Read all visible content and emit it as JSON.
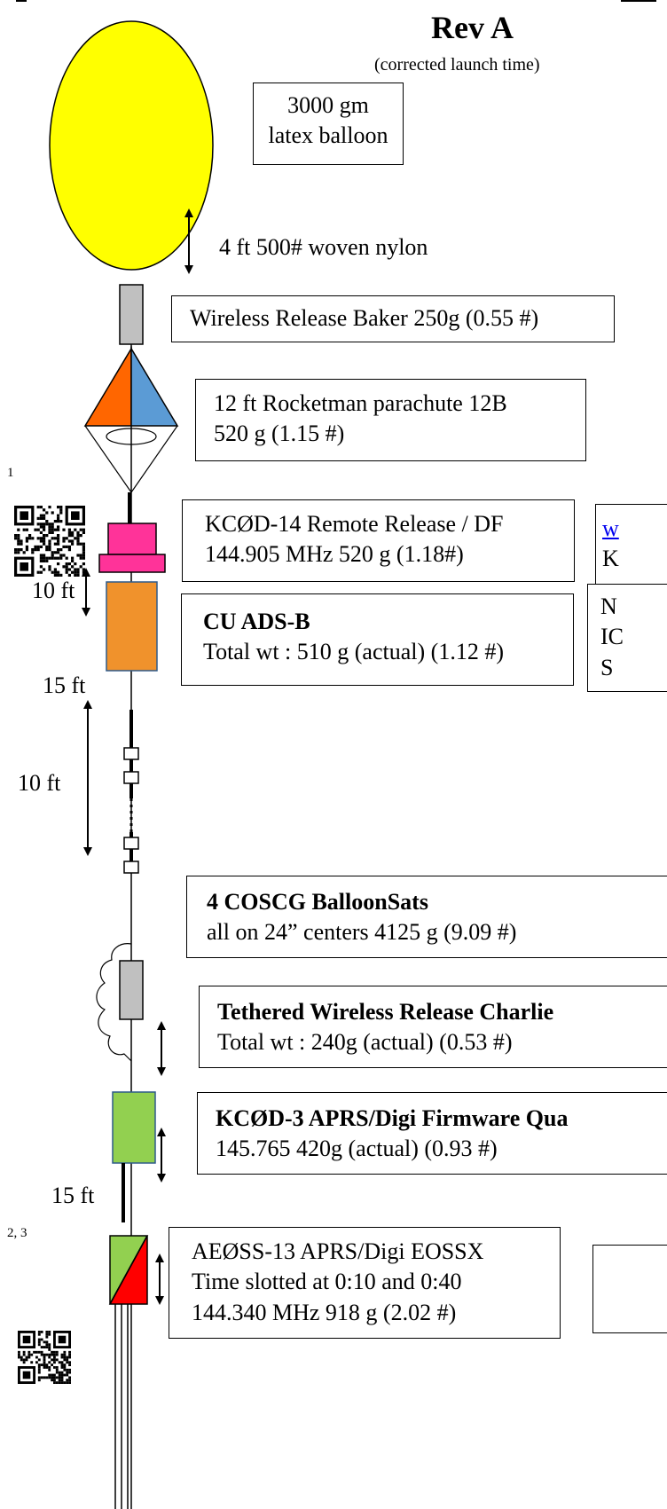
{
  "header": {
    "rev": "Rev A",
    "rev_note": "(corrected launch time)"
  },
  "balloon": {
    "label_line1": "3000 gm",
    "label_line2": "latex balloon",
    "color": "#ffff00"
  },
  "tether_note": "4 ft 500# woven nylon",
  "release_baker": {
    "label": "Wireless Release Baker 250g (0.55 #)",
    "color": "#c0c0c0"
  },
  "parachute": {
    "line1": "12 ft Rocketman parachute  12B",
    "line2": "520 g (1.15 #)",
    "color_left": "#ff6600",
    "color_right": "#5b9bd5"
  },
  "footnote_1": "1",
  "remote_release": {
    "line1": "KCØD-14 Remote Release  / DF",
    "line2": "144.905 MHz 520 g (1.18#)",
    "color": "#ff3399"
  },
  "side_box_1": {
    "line1": "w",
    "line2": "K"
  },
  "spacing": {
    "a": "10 ft",
    "b": "15 ft",
    "c": "10 ft",
    "d": "15 ft"
  },
  "ads_b": {
    "title": "CU ADS-B",
    "line2": "Total wt :  510 g (actual) (1.12 #)",
    "color": "#f0922c"
  },
  "side_box_2": {
    "line1": "N",
    "line2": "IC",
    "line3": "S"
  },
  "balloonsats": {
    "title": "4 COSCG BalloonSats",
    "line2": "all on 24” centers  4125 g (9.09 #)"
  },
  "release_charlie": {
    "title": "Tethered Wireless Release Charlie",
    "line2": "Total wt :  240g (actual) (0.53 #)",
    "color": "#c0c0c0"
  },
  "kc0d3": {
    "title": "KCØD-3 APRS/Digi Firmware Qua",
    "line2": "145.765  420g (actual) (0.93 #)",
    "color": "#92d050"
  },
  "footnote_23": "2, 3",
  "ae0ss13": {
    "line1": "AEØSS-13 APRS/Digi  EOSSX",
    "line2": "Time slotted at 0:10 and 0:40",
    "line3": "144.340 MHz   918 g (2.02 #)",
    "color_a": "#92d050",
    "color_b": "#ff0000"
  }
}
